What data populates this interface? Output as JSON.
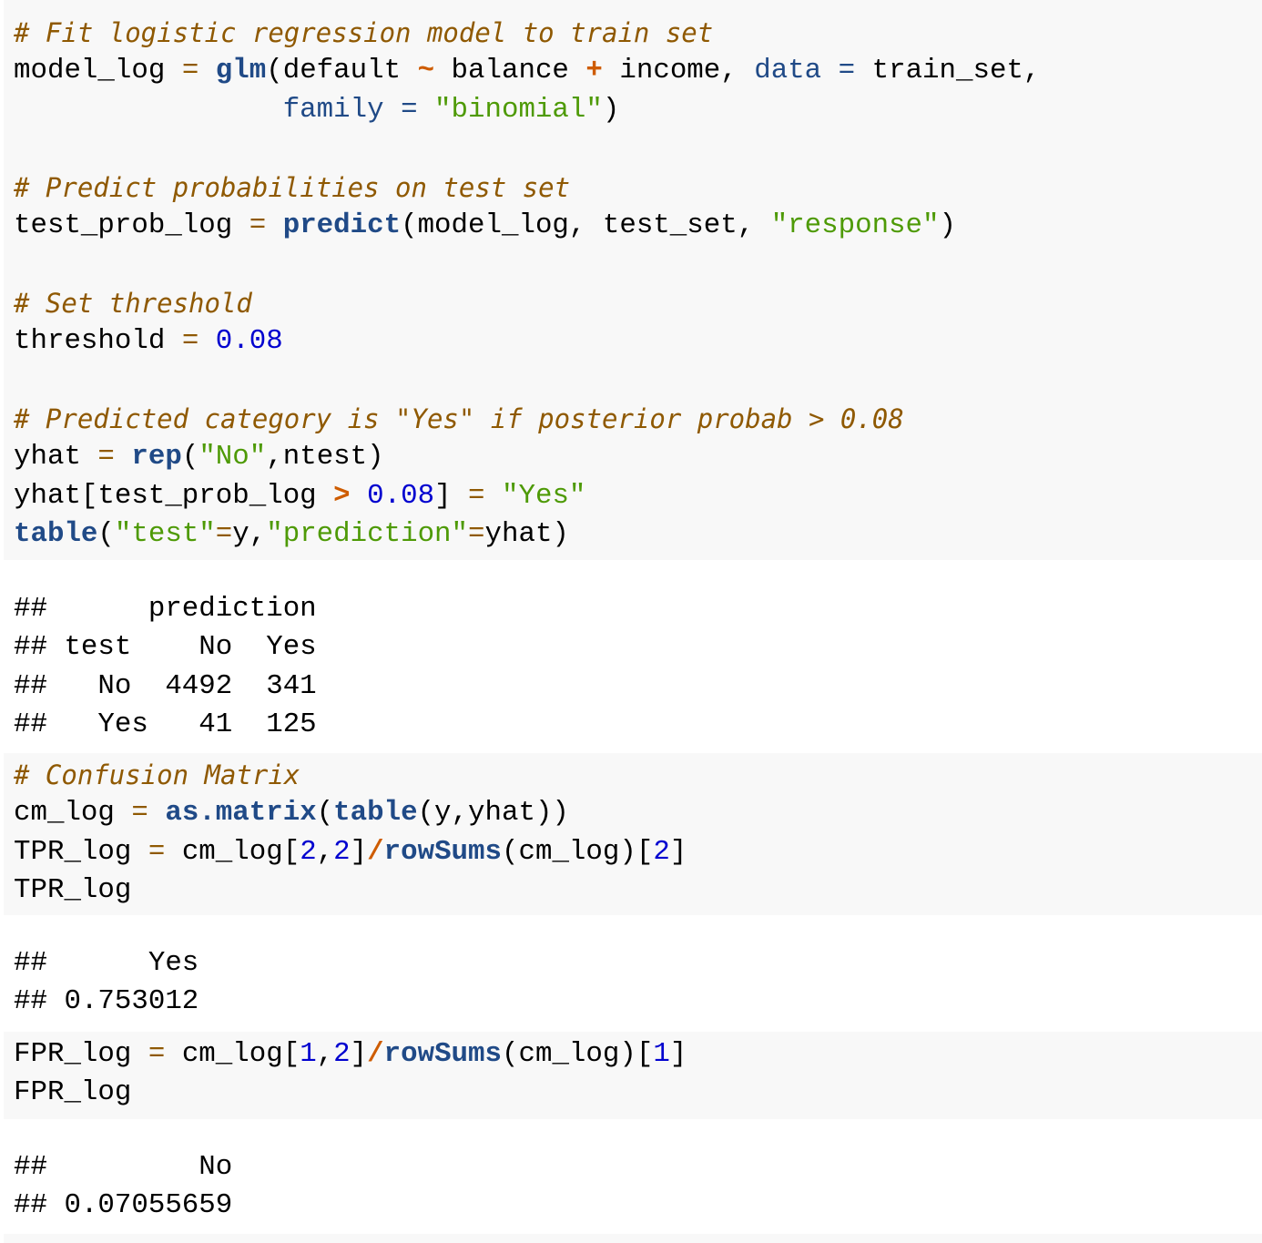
{
  "document": {
    "code_blocks": [
      {
        "id": "fit-predict",
        "lines": [
          {
            "comment": "# Fit logistic regression model to train set"
          },
          {
            "tokens": [
              {
                "t": "model_log ",
                "k": "tx"
              },
              {
                "t": "=",
                "k": "as"
              },
              {
                "t": " ",
                "k": "tx"
              },
              {
                "t": "glm",
                "k": "fn"
              },
              {
                "t": "(default ",
                "k": "tx"
              },
              {
                "t": "~",
                "k": "op"
              },
              {
                "t": " balance ",
                "k": "tx"
              },
              {
                "t": "+",
                "k": "op"
              },
              {
                "t": " income, ",
                "k": "tx"
              },
              {
                "t": "data =",
                "k": "ar"
              },
              {
                "t": " train_set,",
                "k": "tx"
              }
            ]
          },
          {
            "tokens": [
              {
                "t": "                ",
                "k": "tx"
              },
              {
                "t": "family =",
                "k": "ar"
              },
              {
                "t": " ",
                "k": "tx"
              },
              {
                "t": "\"binomial\"",
                "k": "st"
              },
              {
                "t": ")",
                "k": "tx"
              }
            ]
          },
          {
            "blank": true
          },
          {
            "comment": "# Predict probabilities on test set"
          },
          {
            "tokens": [
              {
                "t": "test_prob_log ",
                "k": "tx"
              },
              {
                "t": "=",
                "k": "as"
              },
              {
                "t": " ",
                "k": "tx"
              },
              {
                "t": "predict",
                "k": "fn"
              },
              {
                "t": "(model_log, test_set, ",
                "k": "tx"
              },
              {
                "t": "\"response\"",
                "k": "st"
              },
              {
                "t": ")",
                "k": "tx"
              }
            ]
          },
          {
            "blank": true
          },
          {
            "comment": "# Set threshold"
          },
          {
            "tokens": [
              {
                "t": "threshold ",
                "k": "tx"
              },
              {
                "t": "=",
                "k": "as"
              },
              {
                "t": " ",
                "k": "tx"
              },
              {
                "t": "0.08",
                "k": "nm"
              }
            ]
          },
          {
            "blank": true
          },
          {
            "comment": "# Predicted category is \"Yes\" if posterior probab > 0.08"
          },
          {
            "tokens": [
              {
                "t": "yhat ",
                "k": "tx"
              },
              {
                "t": "=",
                "k": "as"
              },
              {
                "t": " ",
                "k": "tx"
              },
              {
                "t": "rep",
                "k": "fn"
              },
              {
                "t": "(",
                "k": "tx"
              },
              {
                "t": "\"No\"",
                "k": "st"
              },
              {
                "t": ",ntest)",
                "k": "tx"
              }
            ]
          },
          {
            "tokens": [
              {
                "t": "yhat[test_prob_log ",
                "k": "tx"
              },
              {
                "t": ">",
                "k": "op"
              },
              {
                "t": " ",
                "k": "tx"
              },
              {
                "t": "0.08",
                "k": "nm"
              },
              {
                "t": "] ",
                "k": "tx"
              },
              {
                "t": "=",
                "k": "as"
              },
              {
                "t": " ",
                "k": "tx"
              },
              {
                "t": "\"Yes\"",
                "k": "st"
              }
            ]
          },
          {
            "tokens": [
              {
                "t": "table",
                "k": "fn"
              },
              {
                "t": "(",
                "k": "tx"
              },
              {
                "t": "\"test\"",
                "k": "st"
              },
              {
                "t": "=",
                "k": "as"
              },
              {
                "t": "y,",
                "k": "tx"
              },
              {
                "t": "\"prediction\"",
                "k": "st"
              },
              {
                "t": "=",
                "k": "as"
              },
              {
                "t": "yhat)",
                "k": "tx"
              }
            ]
          }
        ]
      },
      {
        "id": "confusion-matrix",
        "lines": [
          {
            "comment": "# Confusion Matrix"
          },
          {
            "tokens": [
              {
                "t": "cm_log ",
                "k": "tx"
              },
              {
                "t": "=",
                "k": "as"
              },
              {
                "t": " ",
                "k": "tx"
              },
              {
                "t": "as.matrix",
                "k": "fn"
              },
              {
                "t": "(",
                "k": "tx"
              },
              {
                "t": "table",
                "k": "fn"
              },
              {
                "t": "(y,yhat))",
                "k": "tx"
              }
            ]
          },
          {
            "tokens": [
              {
                "t": "TPR_log ",
                "k": "tx"
              },
              {
                "t": "=",
                "k": "as"
              },
              {
                "t": " cm_log[",
                "k": "tx"
              },
              {
                "t": "2",
                "k": "nm"
              },
              {
                "t": ",",
                "k": "tx"
              },
              {
                "t": "2",
                "k": "nm"
              },
              {
                "t": "]",
                "k": "tx"
              },
              {
                "t": "/",
                "k": "op"
              },
              {
                "t": "rowSums",
                "k": "fn"
              },
              {
                "t": "(cm_log)[",
                "k": "tx"
              },
              {
                "t": "2",
                "k": "nm"
              },
              {
                "t": "]",
                "k": "tx"
              }
            ]
          },
          {
            "tokens": [
              {
                "t": "TPR_log",
                "k": "tx"
              }
            ]
          }
        ]
      },
      {
        "id": "fpr",
        "lines": [
          {
            "tokens": [
              {
                "t": "FPR_log ",
                "k": "tx"
              },
              {
                "t": "=",
                "k": "as"
              },
              {
                "t": " cm_log[",
                "k": "tx"
              },
              {
                "t": "1",
                "k": "nm"
              },
              {
                "t": ",",
                "k": "tx"
              },
              {
                "t": "2",
                "k": "nm"
              },
              {
                "t": "]",
                "k": "tx"
              },
              {
                "t": "/",
                "k": "op"
              },
              {
                "t": "rowSums",
                "k": "fn"
              },
              {
                "t": "(cm_log)[",
                "k": "tx"
              },
              {
                "t": "1",
                "k": "nm"
              },
              {
                "t": "]",
                "k": "tx"
              }
            ]
          },
          {
            "tokens": [
              {
                "t": "FPR_log",
                "k": "tx"
              }
            ]
          }
        ]
      }
    ],
    "outputs": {
      "table": {
        "lines": [
          "##      prediction",
          "## test    No  Yes",
          "##   No  4492  341",
          "##   Yes   41  125"
        ],
        "header_label": "prediction",
        "row_label": "test",
        "columns": [
          "No",
          "Yes"
        ],
        "rows": [
          {
            "label": "No",
            "values": [
              4492,
              341
            ]
          },
          {
            "label": "Yes",
            "values": [
              41,
              125
            ]
          }
        ]
      },
      "tpr": {
        "lines": [
          "##      Yes",
          "## 0.753012"
        ],
        "name": "Yes",
        "value": "0.753012"
      },
      "fpr": {
        "lines": [
          "##         No",
          "## 0.07055659"
        ],
        "name": "No",
        "value": "0.07055659"
      }
    },
    "colors": {
      "code_background": "#f8f8f8",
      "comment": "#8f5902",
      "function": "#204a87",
      "argument": "#204a87",
      "assignment": "#8f5902",
      "operator": "#ce5c00",
      "string": "#4e9a06",
      "number": "#0000cf",
      "text": "#000000"
    }
  }
}
